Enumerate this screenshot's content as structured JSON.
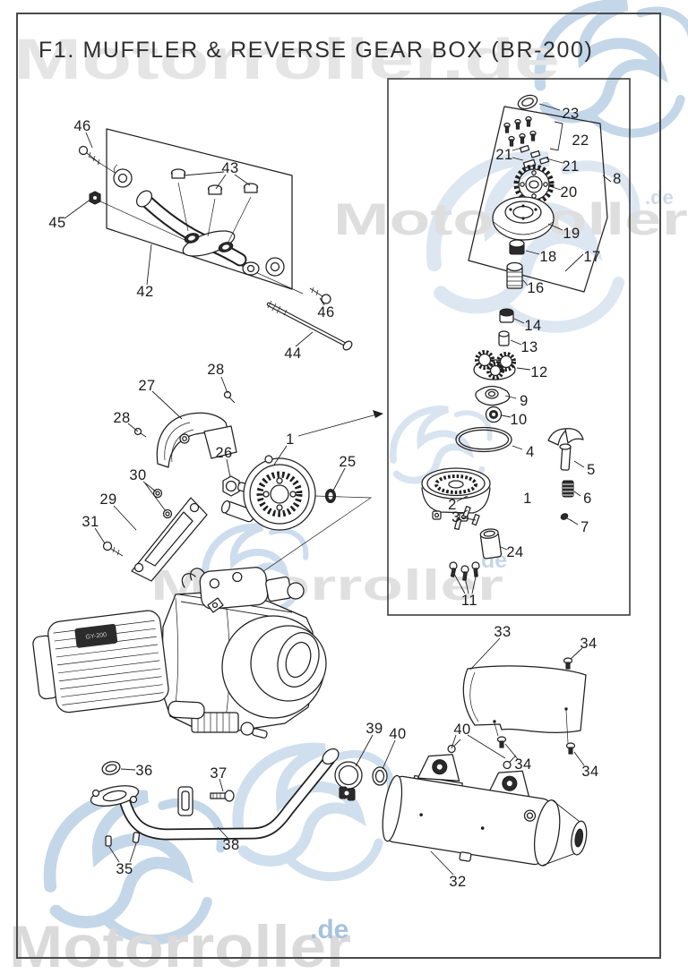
{
  "title": "F1. MUFFLER & REVERSE GEAR BOX (BR-200)",
  "figure": {
    "code": "F1",
    "name": "MUFFLER & REVERSE GEAR BOX",
    "model": "BR-200"
  },
  "watermark": {
    "brand": "Motorroller",
    "brand_full": "Motorroller.de",
    "tld": ".de",
    "gray": "#e0e0e0",
    "blue": "#bcd2e6"
  },
  "colors": {
    "ink": "#1f1f1f",
    "border": "#3d3d3d",
    "background": "#ffffff"
  },
  "engine": {
    "marking": "GY-200"
  },
  "parts": {
    "p1": "1",
    "p2": "2",
    "p3": "3",
    "p4": "4",
    "p5": "5",
    "p6": "6",
    "p7": "7",
    "p8": "8",
    "p9": "9",
    "p10": "10",
    "p11": "11",
    "p12": "12",
    "p13": "13",
    "p14": "14",
    "p16": "16",
    "p17": "17",
    "p18": "18",
    "p19": "19",
    "p20": "20",
    "p21": "21",
    "p22": "22",
    "p23": "23",
    "p24": "24",
    "p25": "25",
    "p26": "26",
    "p27": "27",
    "p28": "28",
    "p29": "29",
    "p30": "30",
    "p31": "31",
    "p32": "32",
    "p33": "33",
    "p34": "34",
    "p35": "35",
    "p36": "36",
    "p37": "37",
    "p38": "38",
    "p39": "39",
    "p40": "40",
    "p42": "42",
    "p43": "43",
    "p44": "44",
    "p45": "45",
    "p46": "46"
  }
}
